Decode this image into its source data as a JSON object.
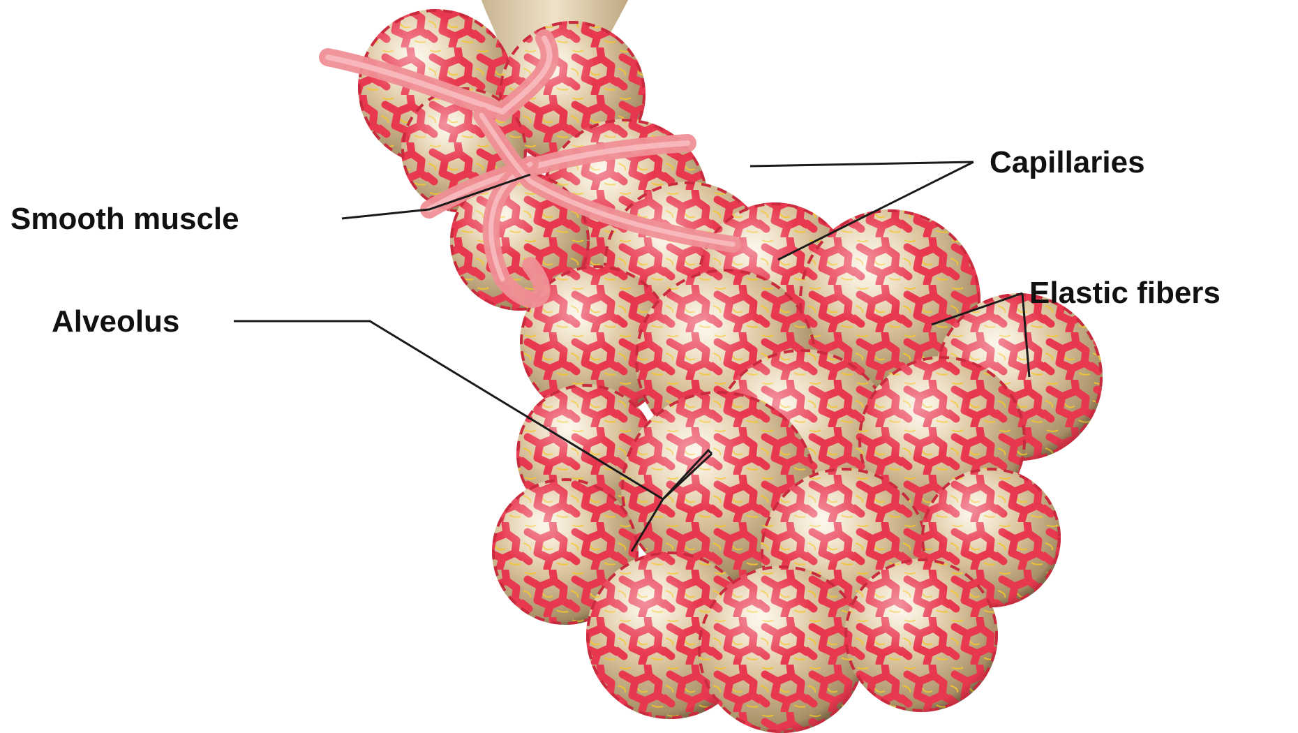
{
  "figure": {
    "colors": {
      "background": "#ffffff",
      "capillary": "#e8384f",
      "alveolus_wall": "#d7c09a",
      "elastic_fiber": "#f2c531",
      "smooth_muscle": "#ef8f96",
      "bronchiole": "#e3d2b3",
      "leader_line": "#1a1a1a"
    },
    "labels": {
      "capillaries": "Capillaries",
      "smooth_muscle": "Smooth muscle",
      "elastic_fibers": "Elastic fibers",
      "alveolus": "Alveolus"
    }
  }
}
